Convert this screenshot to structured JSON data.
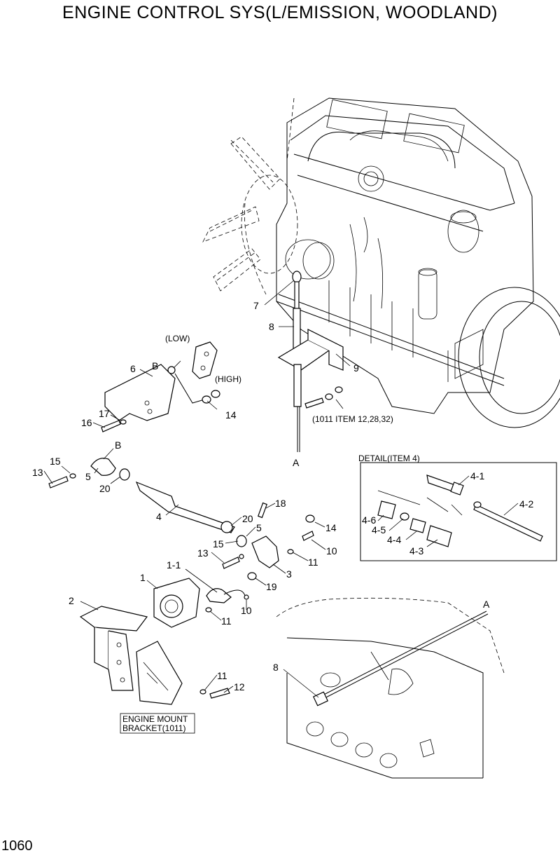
{
  "title": "ENGINE CONTROL SYS(L/EMISSION, WOODLAND)",
  "page_number": "1060",
  "detail_box": {
    "title": "DETAIL(ITEM 4)",
    "labels": [
      "4-1",
      "4-2",
      "4-6",
      "4-5",
      "4-4",
      "4-3"
    ]
  },
  "callouts": {
    "c7": "7",
    "c8a": "8",
    "c9": "9",
    "cA1": "A",
    "ref1011": "(1011 ITEM 12,28,32)",
    "low": "(LOW)",
    "high": "(HIGH)",
    "B1": "B",
    "c6": "6",
    "c14a": "14",
    "c17": "17",
    "c16": "16",
    "B2": "B",
    "c15a": "15",
    "c13a": "13",
    "c5a": "5",
    "c20a": "20",
    "c4": "4",
    "c18": "18",
    "c20b": "20",
    "c5b": "5",
    "c14b": "14",
    "c15b": "15",
    "c13b": "13",
    "c10a": "10",
    "c11a": "11",
    "c3": "3",
    "c19": "19",
    "c1_1": "1-1",
    "c1": "1",
    "c2": "2",
    "c10b": "10",
    "c11b": "11",
    "c11c": "11",
    "c12": "12",
    "c8b": "8",
    "cA2": "A",
    "mount1": "ENGINE MOUNT",
    "mount2": "BRACKET(1011)"
  }
}
